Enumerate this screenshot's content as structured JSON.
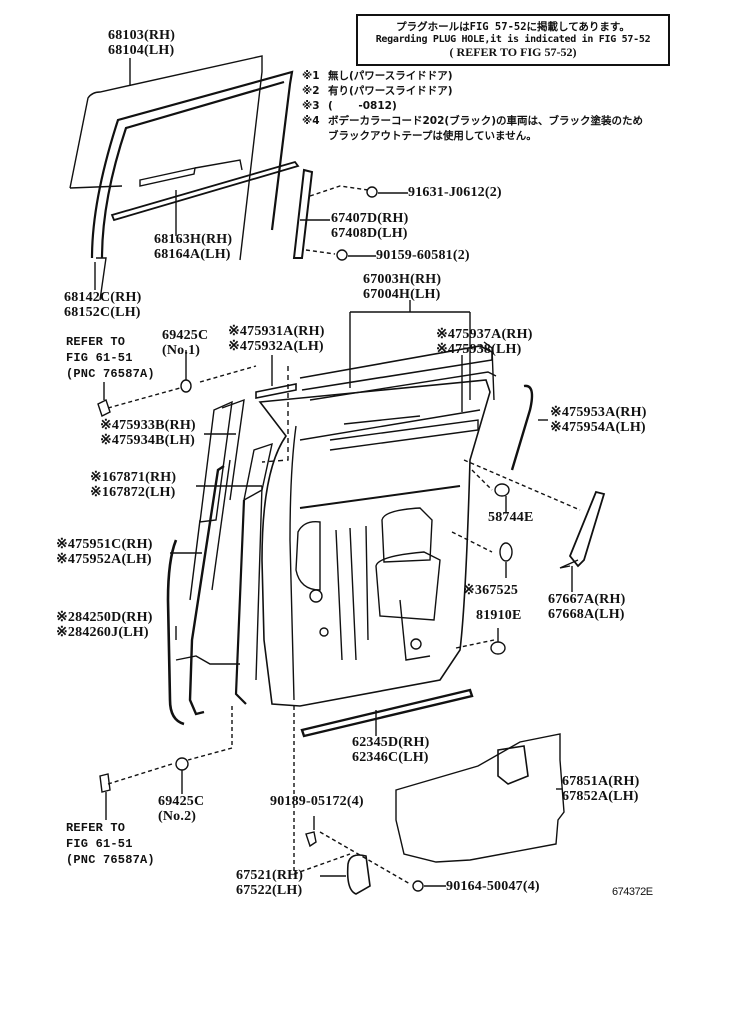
{
  "header_note": {
    "line_jp": "プラグホールはFIG 57-52に掲載してあります。",
    "line_en": "Regarding PLUG HOLE,it is indicated in FIG 57-52",
    "line_ref": "( REFER TO FIG 57-52)"
  },
  "footnotes": [
    {
      "key": "※1",
      "text": "無し(パワースライドドア)"
    },
    {
      "key": "※2",
      "text": "有り(パワースライドドア)"
    },
    {
      "key": "※3",
      "text": "(       -0812)"
    },
    {
      "key": "※4",
      "text": "ボデーカラーコード202(ブラック)の車両は、ブラック塗装のため"
    },
    {
      "key": "",
      "text": "ブラックアウトテープは使用していません。"
    }
  ],
  "parts": {
    "p68103": {
      "rh": "68103(RH)",
      "lh": "68104(LH)"
    },
    "p68163": {
      "rh": "68163H(RH)",
      "lh": "68164A(LH)"
    },
    "p68142": {
      "rh": "68142C(RH)",
      "lh": "68152C(LH)"
    },
    "p91631": {
      "label": "91631-J0612(2)"
    },
    "p67407": {
      "rh": "67407D(RH)",
      "lh": "67408D(LH)"
    },
    "p90159": {
      "label": "90159-60581(2)"
    },
    "p67003": {
      "rh": "67003H(RH)",
      "lh": "67004H(LH)"
    },
    "p69425_1": {
      "num": "69425C",
      "sub": "(No.1)"
    },
    "p75931": {
      "rh": "※475931A(RH)",
      "lh": "※475932A(LH)"
    },
    "p75937": {
      "rh": "※475937A(RH)",
      "lh": "※475938(LH)"
    },
    "p75933": {
      "rh": "※475933B(RH)",
      "lh": "※475934B(LH)"
    },
    "p75953": {
      "rh": "※475953A(RH)",
      "lh": "※475954A(LH)"
    },
    "p67871": {
      "rh": "※167871(RH)",
      "lh": "※167872(LH)"
    },
    "p58744": {
      "label": "58744E"
    },
    "p75951": {
      "rh": "※475951C(RH)",
      "lh": "※475952A(LH)"
    },
    "p67525": {
      "label": "※367525"
    },
    "p67667": {
      "rh": "67667A(RH)",
      "lh": "67668A(LH)"
    },
    "p81910": {
      "label": "81910E"
    },
    "p84250": {
      "rh": "※284250D(RH)",
      "lh": "※284260J(LH)"
    },
    "p62345": {
      "rh": "62345D(RH)",
      "lh": "62346C(LH)"
    },
    "p67851": {
      "rh": "67851A(RH)",
      "lh": "67852A(LH)"
    },
    "p69425_2": {
      "num": "69425C",
      "sub": "(No.2)"
    },
    "p90189": {
      "label": "90189-05172(4)"
    },
    "p67521": {
      "rh": "67521(RH)",
      "lh": "67522(LH)"
    },
    "p90164": {
      "label": "90164-50047(4)"
    }
  },
  "refer_top": {
    "l1": "REFER TO",
    "l2": "FIG 61-51",
    "l3": "(PNC 76587A)"
  },
  "refer_bottom": {
    "l1": "REFER TO",
    "l2": "FIG 61-51",
    "l3": "(PNC 76587A)"
  },
  "figure_id": "674372E"
}
